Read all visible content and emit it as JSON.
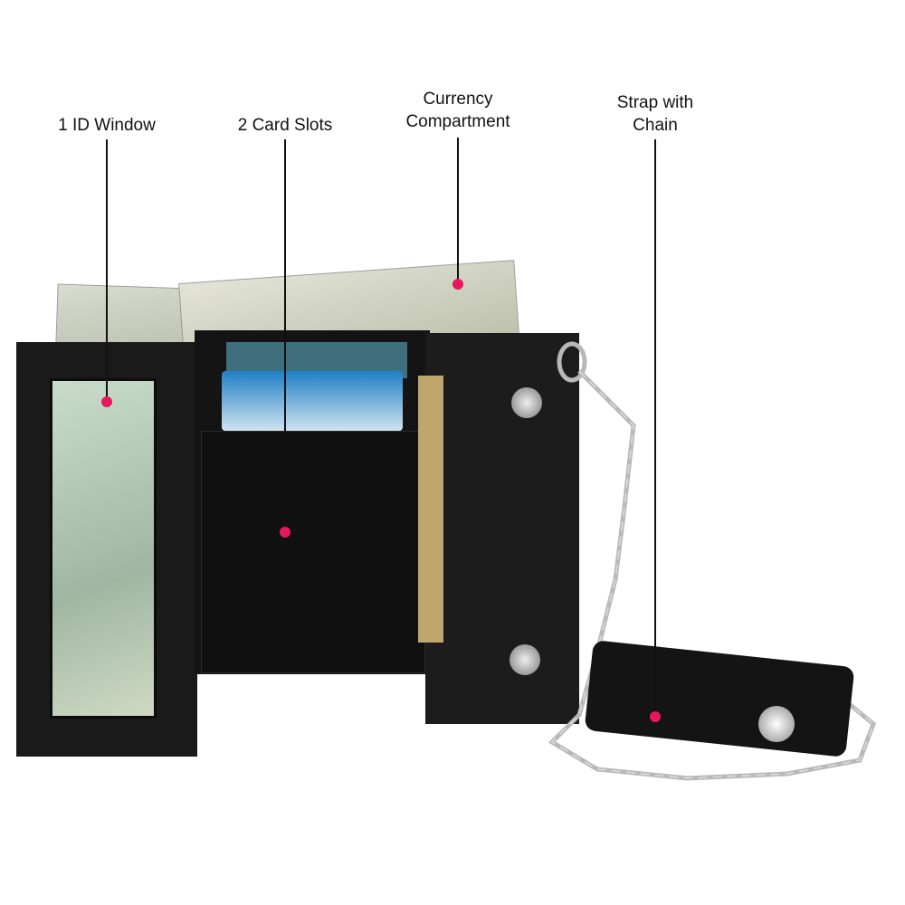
{
  "callouts": [
    {
      "lines": [
        "1 ID Window"
      ]
    },
    {
      "lines": [
        "2 Card Slots"
      ]
    },
    {
      "lines": [
        "Currency",
        "Compartment"
      ]
    },
    {
      "lines": [
        "Strap with",
        "Chain"
      ]
    }
  ],
  "colors": {
    "marker": "#e8175d",
    "leather": "#161616",
    "bill": "#c9cfbf"
  }
}
